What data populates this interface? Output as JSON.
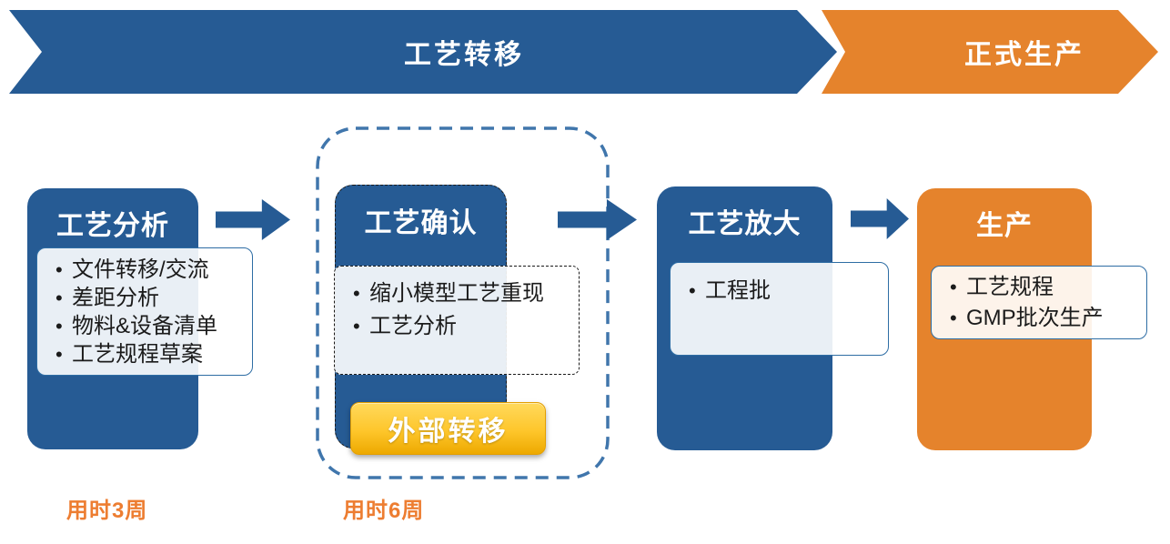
{
  "banner": {
    "phase1": "工艺转移",
    "phase2": "正式生产"
  },
  "stages": [
    {
      "title": "工艺分析",
      "items": [
        "文件转移/交流",
        "差距分析",
        "物料&设备清单",
        "工艺规程草案"
      ]
    },
    {
      "title": "工艺确认",
      "items": [
        "缩小模型工艺重现",
        "工艺分析"
      ],
      "badge": "外部转移"
    },
    {
      "title": "工艺放大",
      "items": [
        "工程批"
      ]
    },
    {
      "title": "生产",
      "items": [
        "工艺规程",
        "GMP批次生产"
      ]
    }
  ],
  "durations": {
    "stage1": "用时3周",
    "stage2": "用时6周"
  },
  "colors": {
    "primary_blue": "#265B94",
    "accent_orange": "#E5832C",
    "gold": "#FEC62B",
    "duration_text": "#ED7D31",
    "dashed_outline": "#4076AC"
  }
}
